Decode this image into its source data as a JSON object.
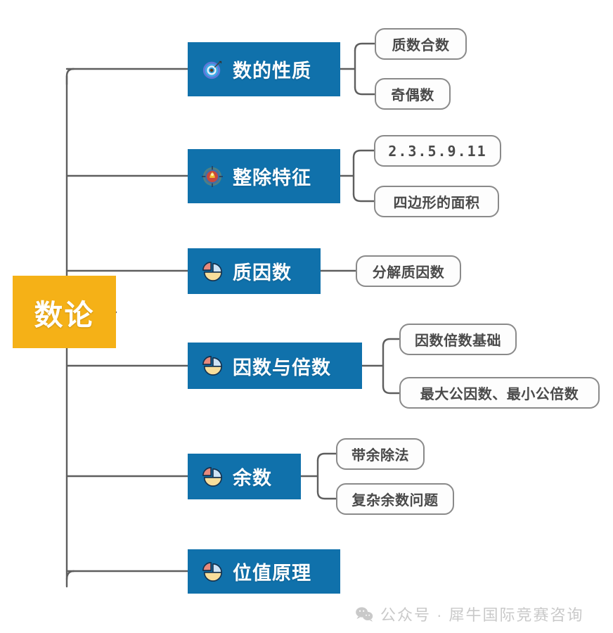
{
  "root": {
    "label": "数论",
    "color": "#F5B117",
    "text_color": "#FFFFFF"
  },
  "theme": {
    "branch_color": "#1071AB",
    "leaf_border_color": "#8A8A8A",
    "leaf_text_color": "#4A4A4A",
    "connector_color": "#5E5E5E",
    "background": "#FFFFFF"
  },
  "branches": [
    {
      "label": "数的性质",
      "icon": "target-icon",
      "children": [
        {
          "label": "质数合数"
        },
        {
          "label": "奇偶数"
        }
      ]
    },
    {
      "label": "整除特征",
      "icon": "compass-icon",
      "children": [
        {
          "label": "2.3.5.9.11",
          "mono": true
        },
        {
          "label": "四边形的面积"
        }
      ]
    },
    {
      "label": "质因数",
      "icon": "pie-chart-icon",
      "children": [
        {
          "label": "分解质因数"
        }
      ]
    },
    {
      "label": "因数与倍数",
      "icon": "pie-chart-icon",
      "children": [
        {
          "label": "因数倍数基础"
        },
        {
          "label": "最大公因数、最小公倍数"
        }
      ]
    },
    {
      "label": "余数",
      "icon": "pie-chart-icon",
      "children": [
        {
          "label": "带余除法"
        },
        {
          "label": "复杂余数问题"
        }
      ]
    },
    {
      "label": "位值原理",
      "icon": "pie-chart-icon",
      "children": []
    }
  ],
  "footer": {
    "icon": "wechat-icon",
    "text": "公众号 · 犀牛国际竞赛咨询"
  }
}
